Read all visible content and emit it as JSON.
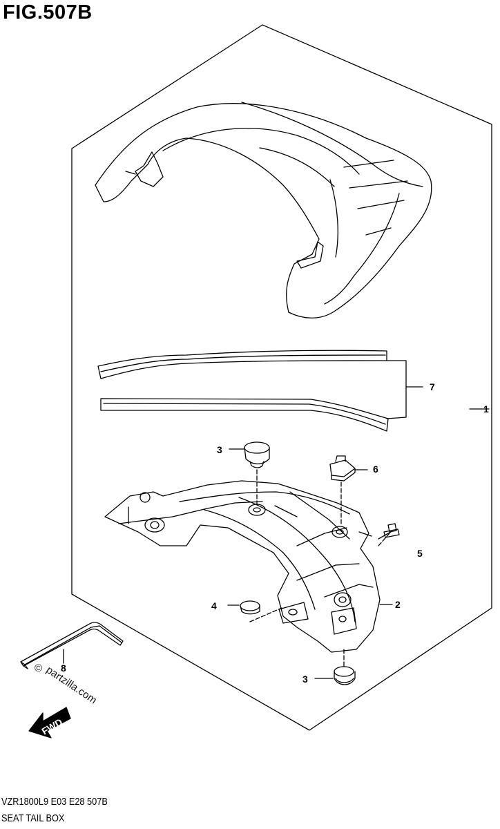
{
  "figure": {
    "title": "FIG.507B",
    "code": "VZR1800L9  E03  E28  507B",
    "name": "SEAT TAIL BOX"
  },
  "callouts": {
    "c1": "1",
    "c2": "2",
    "c3a": "3",
    "c3b": "3",
    "c4": "4",
    "c5": "5",
    "c6": "6",
    "c7": "7",
    "c8": "8"
  },
  "watermark": {
    "copyright": "©",
    "text": "partzilla.com"
  },
  "direction": {
    "label": "FWD"
  },
  "icons": {
    "direction_arrow": "fwd-arrow-icon"
  }
}
